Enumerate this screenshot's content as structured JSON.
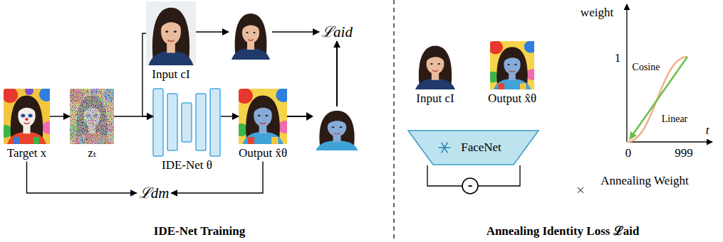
{
  "diagram": {
    "nodes": [
      {
        "text": [
          "Input cI"
        ]
      },
      {
        "text": [
          "ℒaid"
        ]
      },
      {
        "text": [
          "Target x"
        ]
      },
      {
        "text": [
          "zₜ"
        ]
      },
      {
        "text": [
          "IDE-Net θ"
        ]
      },
      {
        "text": [
          "Output x̂θ"
        ]
      },
      {
        "text": [
          "ℒdm"
        ]
      },
      {
        "text": [
          "Input cI"
        ]
      },
      {
        "text": [
          "Output x̂θ"
        ]
      },
      {
        "text": [
          "FaceNet"
        ]
      }
    ],
    "edges": [
      {
        "from": 2,
        "to": 3,
        "arrow": "to"
      },
      {
        "from": 3,
        "to": 4,
        "arrow": "to"
      },
      {
        "from": 0,
        "to": 4,
        "arrow": "to"
      },
      {
        "from": 0,
        "to": 1,
        "arrow": "to"
      },
      {
        "from": 4,
        "to": 5,
        "arrow": "to"
      },
      {
        "from": 5,
        "to": 1,
        "arrow": "to"
      },
      {
        "from": 2,
        "to": 6,
        "arrow": "to"
      },
      {
        "from": 5,
        "to": 6,
        "arrow": "to"
      }
    ],
    "labels": [
      "IDE-Net Training",
      "weight",
      "1",
      "t",
      "0",
      "999",
      "Cosine",
      "Linear",
      "-",
      "×",
      "Annealing Weight",
      "Annealing Identity Loss ℒaid"
    ]
  }
}
